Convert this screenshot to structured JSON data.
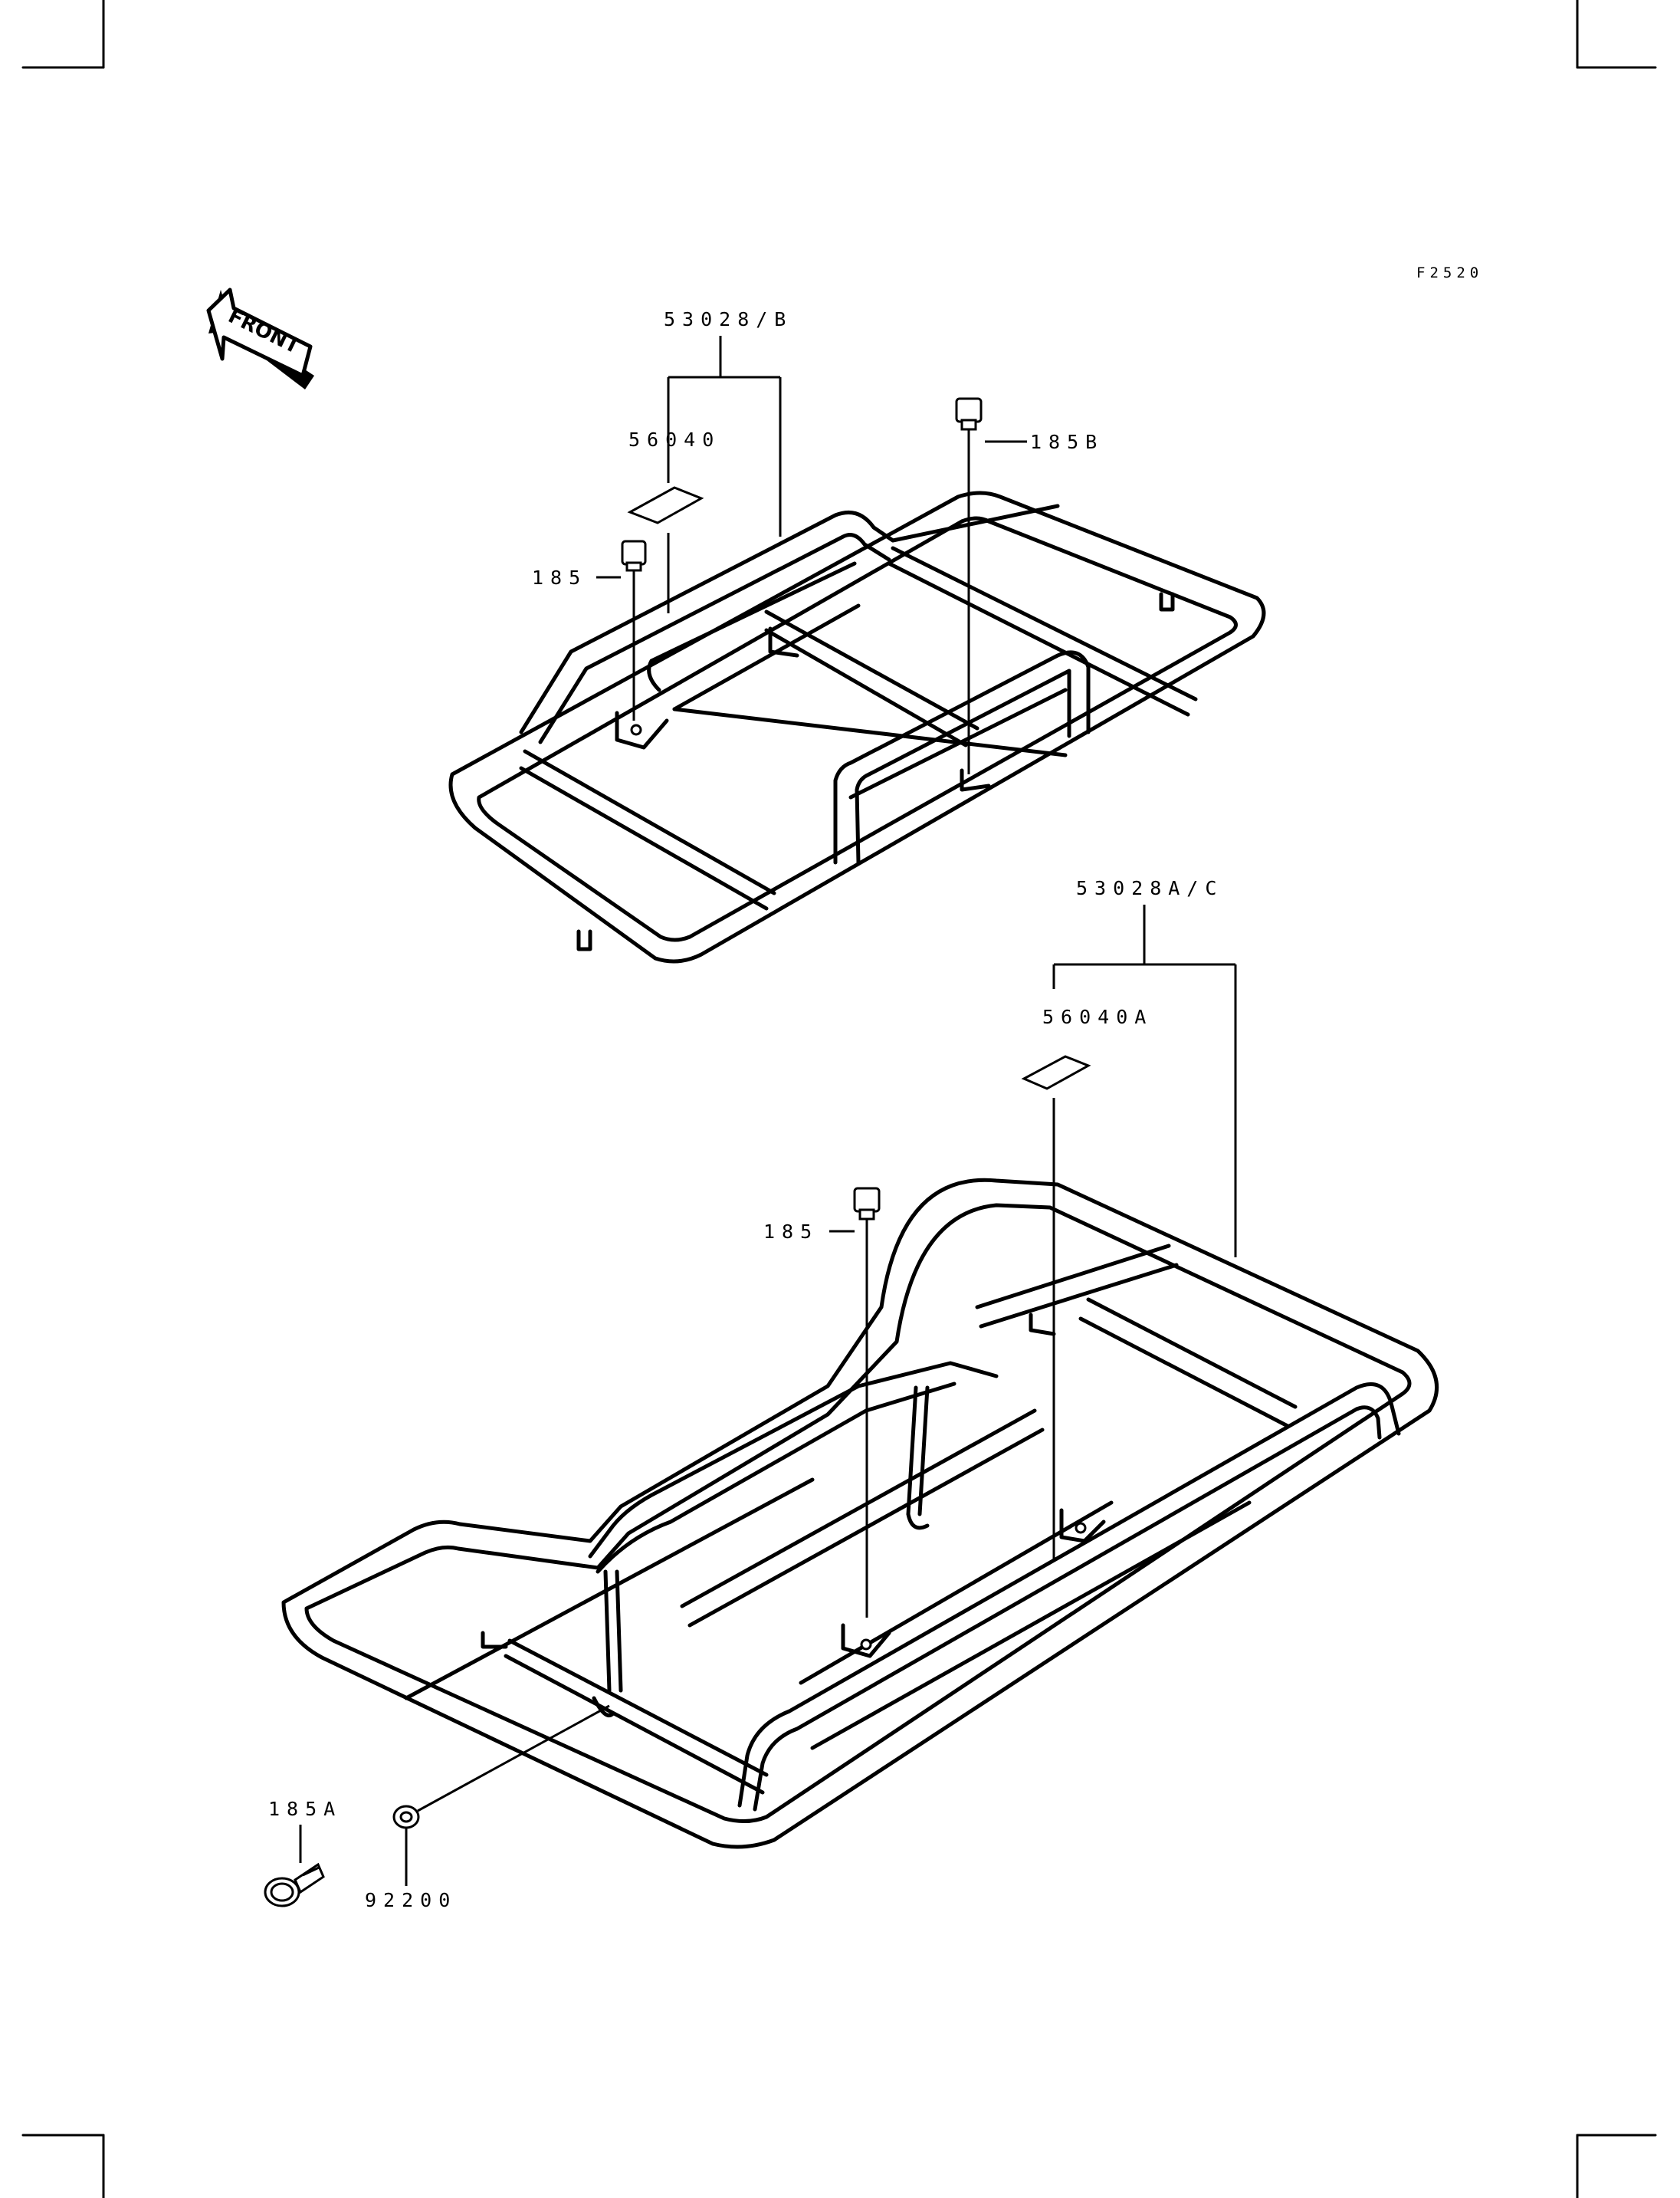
{
  "figure_code": "F2520",
  "front_arrow_text": "FRONT",
  "callouts": {
    "rear_carrier_assy": "53028/B",
    "rear_label": "56040",
    "rear_bolt": "185",
    "rear_bolt_b": "185B",
    "front_carrier_assy": "53028A/C",
    "front_label": "56040A",
    "front_bolt": "185",
    "bolt_a": "185A",
    "washer": "92200"
  }
}
